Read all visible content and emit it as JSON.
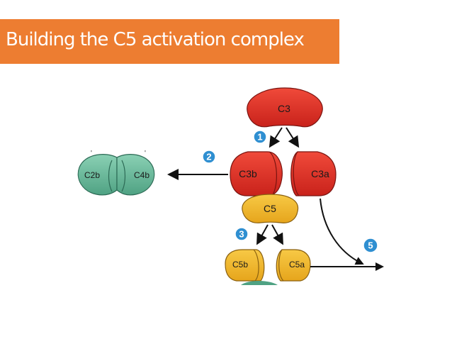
{
  "slide": {
    "title": "Building the C5 activation complex"
  },
  "molecules": {
    "c3": "C3",
    "c3b": "C3b",
    "c3a": "C3a",
    "c5": "C5",
    "c5b": "C5b",
    "c5a": "C5a",
    "c2b": "C2b",
    "c4b": "C4b"
  },
  "steps": {
    "s1": "1",
    "s2": "2",
    "s3": "3",
    "s5": "5"
  },
  "colors": {
    "title_bar": "#ed7d31",
    "c3_red": "#e8332a",
    "c5_yellow": "#f2b925",
    "complex_teal": "#6dbb9c",
    "step_blue": "#2f8fd1"
  }
}
